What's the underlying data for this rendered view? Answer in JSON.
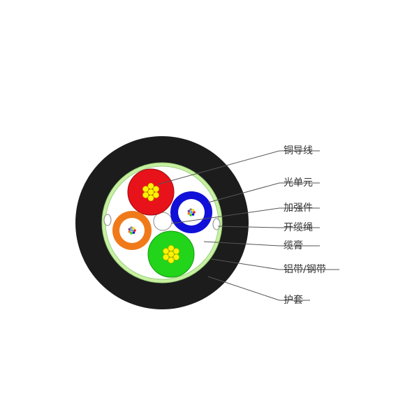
{
  "labels": [
    {
      "key": "conductor",
      "text": "铜导线"
    },
    {
      "key": "optical_unit",
      "text": "光单元"
    },
    {
      "key": "strength_member",
      "text": "加强件"
    },
    {
      "key": "ripcord",
      "text": "开缆绳"
    },
    {
      "key": "filling_compound",
      "text": "缆膏"
    },
    {
      "key": "tape",
      "text": "铝带/钢带"
    },
    {
      "key": "sheath",
      "text": "护套"
    }
  ],
  "colors": {
    "sheath": "#1c1c1c",
    "tape": "#c8f0a0",
    "core": "#ffffff",
    "red_unit": "#e8131a",
    "blue_unit": "#1010d8",
    "orange_unit": "#f07a1a",
    "green_unit": "#22d51a",
    "copper_wire": "#fff200",
    "fiber_palette": [
      "#e8131a",
      "#1010d8",
      "#22d51a",
      "#f07a1a",
      "#7a3ea8",
      "#8a8a8a",
      "#f5e21a",
      "#2ab3d9"
    ]
  }
}
